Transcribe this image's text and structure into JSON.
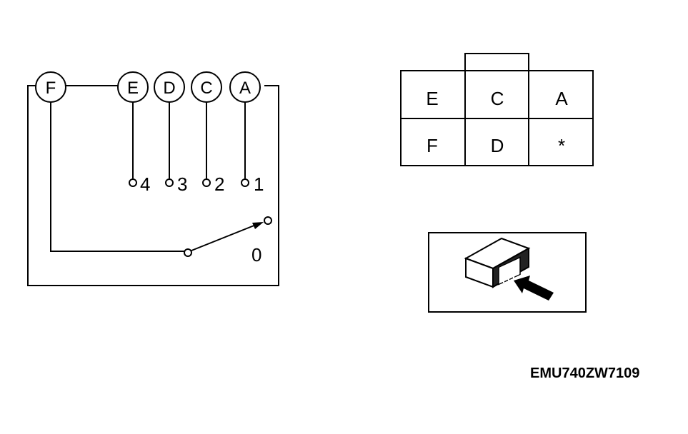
{
  "switch_diagram": {
    "terminals": [
      "F",
      "E",
      "D",
      "C",
      "A"
    ],
    "positions": [
      "4",
      "3",
      "2",
      "1"
    ],
    "off_position": "0"
  },
  "connector": {
    "cells": [
      "E",
      "C",
      "A",
      "F",
      "D",
      "*"
    ]
  },
  "figure_code": "EMU740ZW7109",
  "colors": {
    "line": "#000000",
    "background": "#ffffff"
  }
}
